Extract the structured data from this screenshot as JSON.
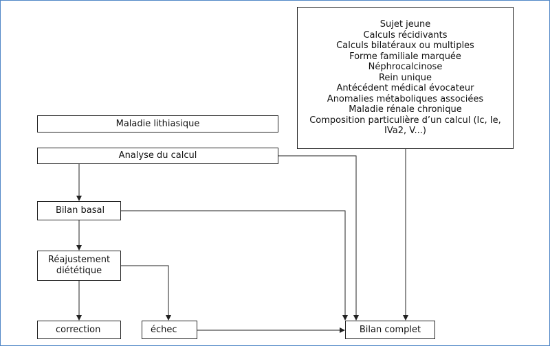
{
  "boxes": {
    "maladie": "Maladie lithiasique",
    "analyse": "Analyse du calcul",
    "bilan_basal": "Bilan basal",
    "reajustement_line1": "Réajustement",
    "reajustement_line2": "diététique",
    "correction": "correction",
    "echec": "échec",
    "bilan_complet": "Bilan complet"
  },
  "criteria": [
    "Sujet jeune",
    "Calculs récidivants",
    "Calculs bilatéraux ou multiples",
    "Forme familiale marquée",
    "Néphrocalcinose",
    "Rein unique",
    "Antécédent médical évocateur",
    "Anomalies métaboliques associées",
    "Maladie rénale chronique",
    "Composition particulière d’un calcul (Ic, Ie,",
    "IVa2, V...)"
  ]
}
